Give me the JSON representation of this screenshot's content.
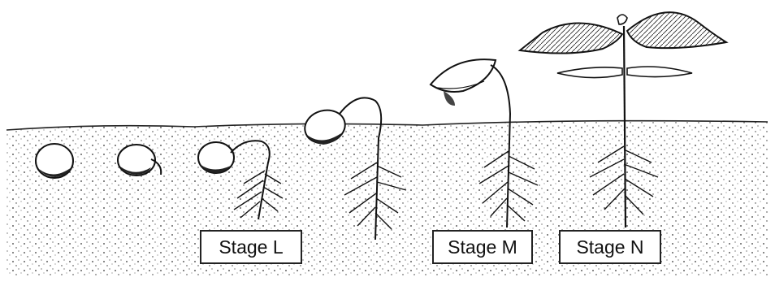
{
  "labels": {
    "stage_l": "Stage L",
    "stage_m": "Stage M",
    "stage_n": "Stage N"
  },
  "colors": {
    "ink": "#111111",
    "soil_dots": "#333333",
    "background": "#ffffff"
  }
}
